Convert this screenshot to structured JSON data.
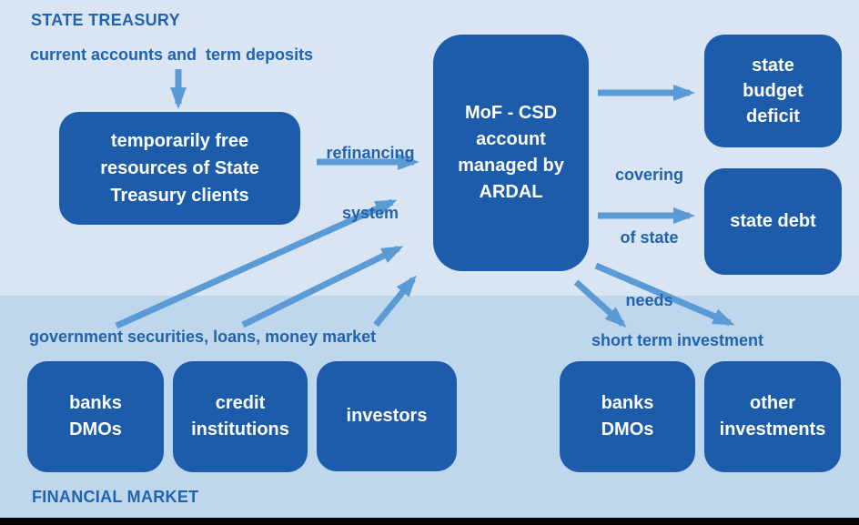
{
  "colors": {
    "bg_top": "#d9e5f3",
    "bg_bottom": "#bed7ed",
    "box_fill": "#1c5cab",
    "arrow": "#5b9bd5",
    "label_blue": "#2163ae",
    "box_text": "#ffffff",
    "frame_black": "#000000"
  },
  "sections": {
    "state_treasury": "STATE TREASURY",
    "financial_market": "FINANCIAL MARKET"
  },
  "labels": {
    "current_accounts": "current accounts and  term deposits",
    "refinancing": [
      "refinancing",
      "system"
    ],
    "covering": [
      "covering",
      "of state",
      "needs"
    ],
    "gov_securities": "government securities, loans, money market",
    "short_term": "short term investment"
  },
  "boxes": {
    "temp_free": [
      "temporarily free",
      "resources of State",
      "Treasury clients"
    ],
    "mof": [
      "MoF - CSD",
      "account",
      "managed by",
      "ARDAL"
    ],
    "budget_deficit": [
      "state",
      "budget",
      "deficit"
    ],
    "state_debt": [
      "state debt"
    ],
    "banks_left": [
      "banks",
      "DMOs"
    ],
    "credit_institutions": [
      "credit",
      "institutions"
    ],
    "investors": [
      "investors"
    ],
    "banks_right": [
      "banks",
      "DMOs"
    ],
    "other_investments": [
      "other",
      "investments"
    ]
  },
  "arrows": [
    "deposits-to-temp-free",
    "temp-free-to-mof",
    "mof-to-budget-deficit",
    "mof-to-state-debt",
    "banks-left-to-mof",
    "credit-to-mof",
    "investors-to-mof",
    "mof-to-banks-right",
    "mof-to-other-investments"
  ]
}
